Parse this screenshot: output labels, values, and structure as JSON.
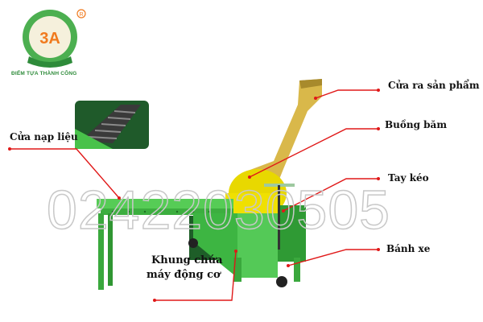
{
  "logo": {
    "mark": "3A",
    "tagline": "ĐIỂM TỰA THÀNH CÔNG",
    "registered": "®"
  },
  "watermark": "02422030505",
  "labels": {
    "outlet": "Cửa ra sản phẩm",
    "chamber": "Buồng băm",
    "handle": "Tay kéo",
    "wheel": "Bánh xe",
    "feed": "Cửa nạp liệu",
    "frame_line1": "Khung chứa",
    "frame_line2": "máy động cơ"
  },
  "colors": {
    "machine_green": "#4cc84a",
    "chute_yellow": "#d9b84a",
    "leader_red": "#e01818",
    "brand_green": "#2e8b3a",
    "brand_orange": "#f07a1e"
  }
}
